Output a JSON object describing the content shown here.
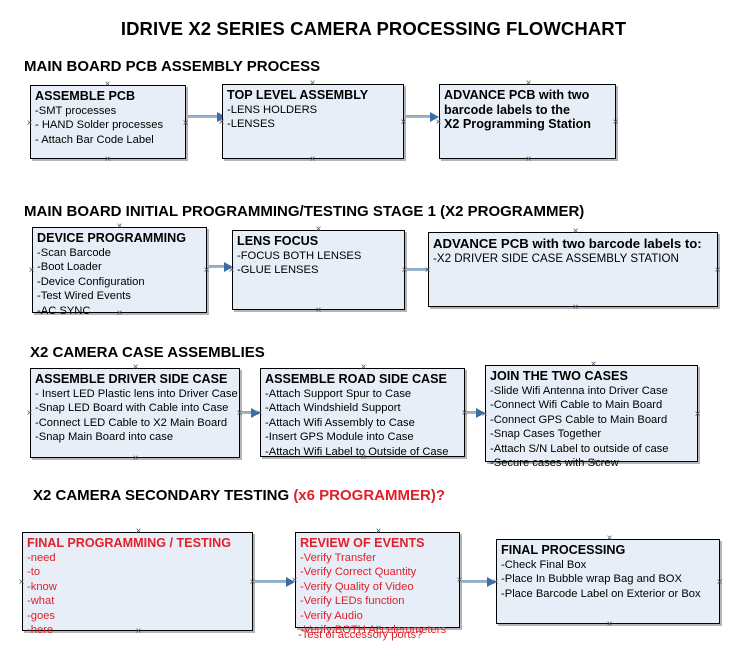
{
  "title": "IDRIVE X2  SERIES CAMERA PROCESSING FLOWCHART",
  "colors": {
    "node_fill": "#e8eef7",
    "node_border": "#000000",
    "text": "#000000",
    "accent_red": "#e0202a",
    "connector": "#9cb3cc",
    "arrowhead": "#3a6ea5"
  },
  "sections": [
    {
      "heading": "MAIN BOARD PCB ASSEMBLY PROCESS",
      "heading_accent": "",
      "nodes": [
        {
          "header": "ASSEMBLE PCB",
          "lines": [
            "-SMT processes",
            "- HAND Solder processes",
            "- Attach Bar Code Label"
          ]
        },
        {
          "header": "TOP LEVEL ASSEMBLY",
          "lines": [
            "-LENS HOLDERS",
            "-LENSES"
          ]
        },
        {
          "header": "ADVANCE PCB with two",
          "lines": [
            "barcode labels to the",
            " X2 Programming Station"
          ]
        }
      ]
    },
    {
      "heading": "MAIN BOARD INITIAL PROGRAMMING/TESTING STAGE 1 (X2 PROGRAMMER)",
      "heading_accent": "",
      "nodes": [
        {
          "header": "DEVICE PROGRAMMING",
          "lines": [
            "-Scan Barcode",
            "-Boot Loader",
            "-Device Configuration",
            "-Test Wired Events",
            "-AC SYNC"
          ]
        },
        {
          "header": "LENS FOCUS",
          "lines": [
            "-FOCUS BOTH LENSES",
            "-GLUE LENSES"
          ]
        },
        {
          "header": "ADVANCE PCB with two barcode labels to:",
          "lines": [
            "-X2 DRIVER  SIDE  CASE  ASSEMBLY STATION"
          ]
        }
      ]
    },
    {
      "heading": "X2 CAMERA CASE ASSEMBLIES",
      "heading_accent": "",
      "nodes": [
        {
          "header": "ASSEMBLE DRIVER SIDE CASE",
          "lines": [
            "- Insert LED Plastic lens into Driver Case",
            "-Snap LED Board with Cable into Case",
            "-Connect LED Cable to X2 Main Board",
            "-Snap Main Board into case"
          ]
        },
        {
          "header": "ASSEMBLE ROAD SIDE CASE",
          "lines": [
            "-Attach Support Spur to Case",
            "-Attach Windshield Support",
            "-Attach Wifi Assembly to Case",
            "-Insert GPS Module into Case",
            "-Attach Wifi Label to Outside of Case"
          ]
        },
        {
          "header": "JOIN THE TWO CASES",
          "lines": [
            "-Slide Wifi Antenna into Driver Case",
            "-Connect Wifi Cable to Main Board",
            "-Connect GPS Cable to Main Board",
            "-Snap Cases Together",
            "-Attach S/N Label to outside of case",
            "-Secure cases with Screw"
          ]
        }
      ]
    },
    {
      "heading": "X2 CAMERA SECONDARY TESTING ",
      "heading_accent": "(x6 PROGRAMMER)?",
      "nodes": [
        {
          "header": "FINAL PROGRAMMING / TESTING",
          "lines": [
            "-need",
            "-to",
            "-know",
            "-what",
            "-goes",
            "-here"
          ]
        },
        {
          "header": "REVIEW OF EVENTS",
          "lines": [
            "-Verify Transfer",
            "-Verify Correct Quantity",
            "-Verify Quality of Video",
            "-Verify LEDs function",
            "-Verify Audio",
            "-Verify BOTH Accelerometers"
          ],
          "overflow_line": "-Test of accessory ports?"
        },
        {
          "header": "FINAL PROCESSING",
          "lines": [
            " -Check Final Box",
            "-Place In Bubble wrap Bag and BOX",
            "-Place Barcode Label on Exterior or Box"
          ]
        }
      ]
    }
  ]
}
